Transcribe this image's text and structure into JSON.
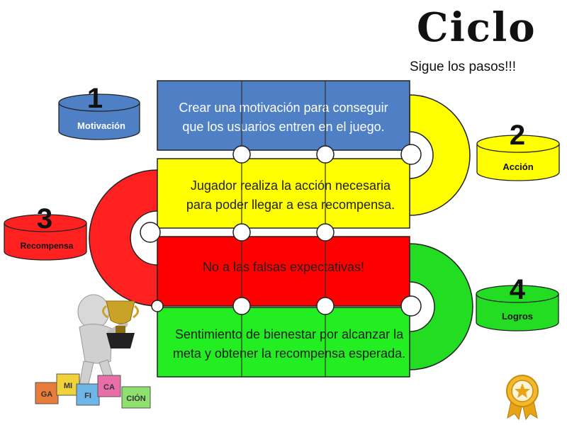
{
  "header": {
    "title": "Ciclo",
    "subtitle": "Sigue los pasos!!!"
  },
  "steps": [
    {
      "number": "1",
      "label": "Motivación",
      "color": "#4f7fc4"
    },
    {
      "number": "2",
      "label": "Acción",
      "color": "#ffff00"
    },
    {
      "number": "3",
      "label": "Recompensa",
      "color": "#ff2020"
    },
    {
      "number": "4",
      "label": "Logros",
      "color": "#22dd22"
    }
  ],
  "bands": [
    {
      "lines": [
        "Crear una motivación para conseguir",
        "que los usuarios entren en el juego."
      ],
      "color": "#4f7fc4"
    },
    {
      "lines": [
        "Jugador realiza la acción necesaria",
        "para poder llegar a esa recompensa."
      ],
      "color": "#ffff00"
    },
    {
      "lines": [
        "No a las falsas expectativas!"
      ],
      "color": "#ff0000"
    },
    {
      "lines": [
        "Sentimiento de bienestar por alcanzar la",
        "meta y obtener la recompensa esperada."
      ],
      "color": "#22ee22"
    }
  ],
  "blocks": [
    "GA",
    "MI",
    "FI",
    "CA",
    "CIÓN"
  ],
  "icons": {
    "figure": "trophy-figure-icon",
    "badge": "award-badge-icon"
  }
}
